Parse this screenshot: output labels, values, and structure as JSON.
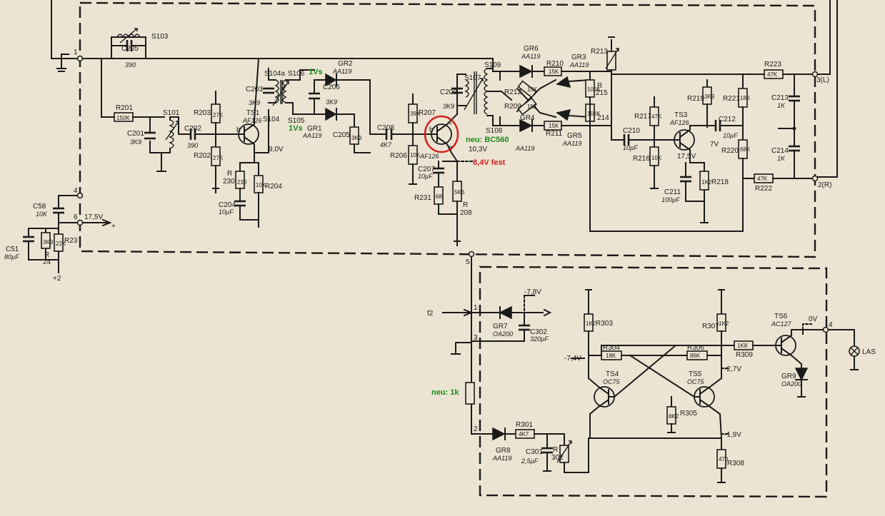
{
  "texts": {
    "S103": "S103",
    "C205": "C205",
    "C205v": "390",
    "R201": "R201",
    "R201v": "150K",
    "S101": "S101",
    "C201": "C201",
    "C201v": "3K9",
    "C202": "C202",
    "C202v": "390",
    "R203": "R203",
    "R203v": "27K",
    "R202": "R202",
    "R202v": "27K",
    "TS1": "TS1",
    "TS1t": "AF126",
    "v90": "9,0V",
    "R230": "R",
    "R230v": "230",
    "R204": "R204",
    "R204v": "10K",
    "C204": "C204",
    "C204v": "10µF",
    "C203": "C203",
    "C203v": "3K9",
    "S104a": "S104a",
    "S106": "S106",
    "S104": "S104",
    "S105": "S105",
    "C206": "C206",
    "C206v": "3K9",
    "GR2": "GR2",
    "GR2t": "AA119",
    "GR1": "GR1",
    "GR1t": "AA119",
    "C205b": "C205",
    "C205bv": "3K9",
    "C208": "C208",
    "C208v": "4K7",
    "R207": "R207",
    "R207v": "39K",
    "R206": "R206",
    "R206v": "10K",
    "C209": "C209",
    "C209v": "3K9",
    "TS2t": "AF126",
    "v103": "10,3V",
    "C207": "C207",
    "C207v": "10µF",
    "R231": "R231",
    "R231v": "68",
    "R208": "R",
    "R208n": "208",
    "R208v": "5K6",
    "S107": "S107",
    "S109": "S109",
    "S108": "S108",
    "R212": "R212",
    "R212v": "15K",
    "R209": "R209",
    "R209v": "15K",
    "GR6": "GR6",
    "GR6t": "AA119",
    "R210": "R210",
    "R210v": "15K",
    "GR3": "GR3",
    "GR3t": "AA119",
    "GR4": "GR4",
    "GR4t": "AA119",
    "R211": "R211",
    "R211v": "15K",
    "GR5": "GR5",
    "GR5t": "AA119",
    "R213": "R213",
    "R215": "R",
    "R215n": "215",
    "R215v": "100K",
    "R214": "214",
    "R214v": "100K",
    "C210": "C210",
    "C210v": "10µF",
    "R217": "R217",
    "R217v": "47K",
    "R216": "R216",
    "R216v": "10K",
    "TS3": "TS3",
    "TS3t": "AF126",
    "R219": "R219",
    "R219v": "3K9",
    "C212": "C212",
    "C212v": "10µF",
    "v7": "7V",
    "v175b": "17,5V",
    "C211": "C211",
    "C211v": "100µF",
    "R218": "R218",
    "R218v": "1K2",
    "R221": "R221",
    "R221v": "18K",
    "R220": "R220",
    "R220v": "68K",
    "R223": "R223",
    "R223v": "47K",
    "C213": "C213",
    "C213v": "1K",
    "C214": "C214",
    "C214v": "1K",
    "R222": "R222",
    "R222v": "47K",
    "t3L": "3(L)",
    "t2R": "2(R)",
    "t1": "1",
    "t4": "4",
    "t6": "6",
    "t5": "5",
    "C58": "C58",
    "C58v": "10K",
    "v175": "17,5V",
    "C51": "C51",
    "C51v": "80µF",
    "R24": "R",
    "R24n": "24",
    "R24v": "3K9",
    "R23": "R23",
    "R23v": "22K",
    "plus2": "+2",
    "f2": "f2",
    "b1": "1",
    "b3": "3",
    "b2": "2",
    "b4": "4",
    "v78": "-7,8V",
    "GR7": "GR7",
    "GR7t": "OA200",
    "C302": "C302",
    "C302v": "320µF",
    "R303": "R303",
    "R303v": "1K2",
    "R304": "R304",
    "R304v": "18K",
    "R306": "R306",
    "R306v": "86K",
    "R307": "R307",
    "R307v": "1K2",
    "R309": "R309",
    "R309v": "1K8",
    "TS6": "TS6",
    "TS6t": "AC127",
    "v0": "0V",
    "LAS": "LAS",
    "GR9": "GR9",
    "GR9t": "OA200",
    "v74": "-7,4V",
    "v27": "-2,7V",
    "v19": "-1,9V",
    "TS4": "TS4",
    "TS4t": "OC75",
    "TS5": "TS5",
    "TS5t": "OC75",
    "R305": "R305",
    "R305v": "8K2",
    "R308": "R308",
    "R308v": "470",
    "GR8": "GR8",
    "GR8t": "AA119",
    "R301": "R301",
    "R301v": "4K7",
    "C301": "C301",
    "C301v": "2,5µF",
    "R302": "R",
    "R302v": "302",
    "tb": "b",
    "tc": "c",
    "te": "e"
  },
  "annotations": {
    "vs1": "1Vs",
    "vs2": "1Vs",
    "bc560": "neu: BC560",
    "fest": "8,4V fest",
    "neu1k": "neu: 1k"
  },
  "colors": {
    "paper": "#ece4d2",
    "ink": "#1a1a1a",
    "green_note": "#1a8a1a",
    "red_note": "#d42020"
  }
}
